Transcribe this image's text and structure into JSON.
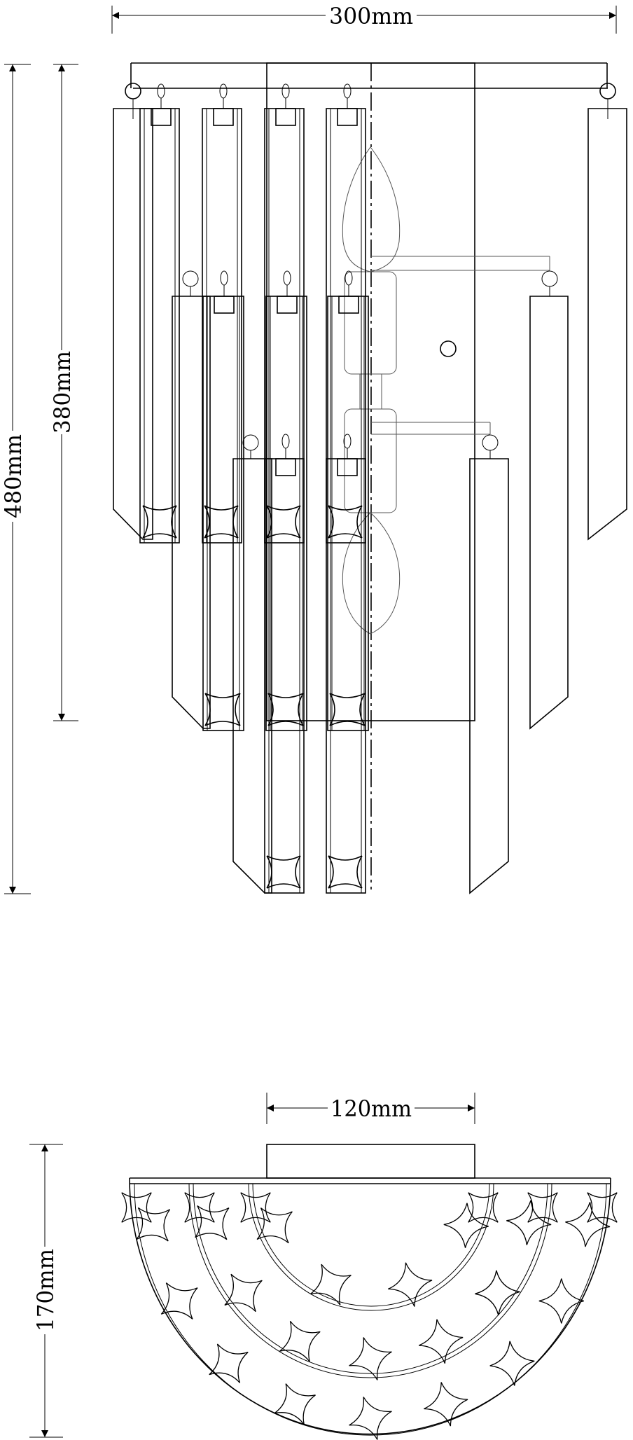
{
  "dimensions": {
    "front_width": "300mm",
    "total_height": "480mm",
    "plate_height": "380mm",
    "plate_width": "120mm",
    "depth": "170mm"
  }
}
